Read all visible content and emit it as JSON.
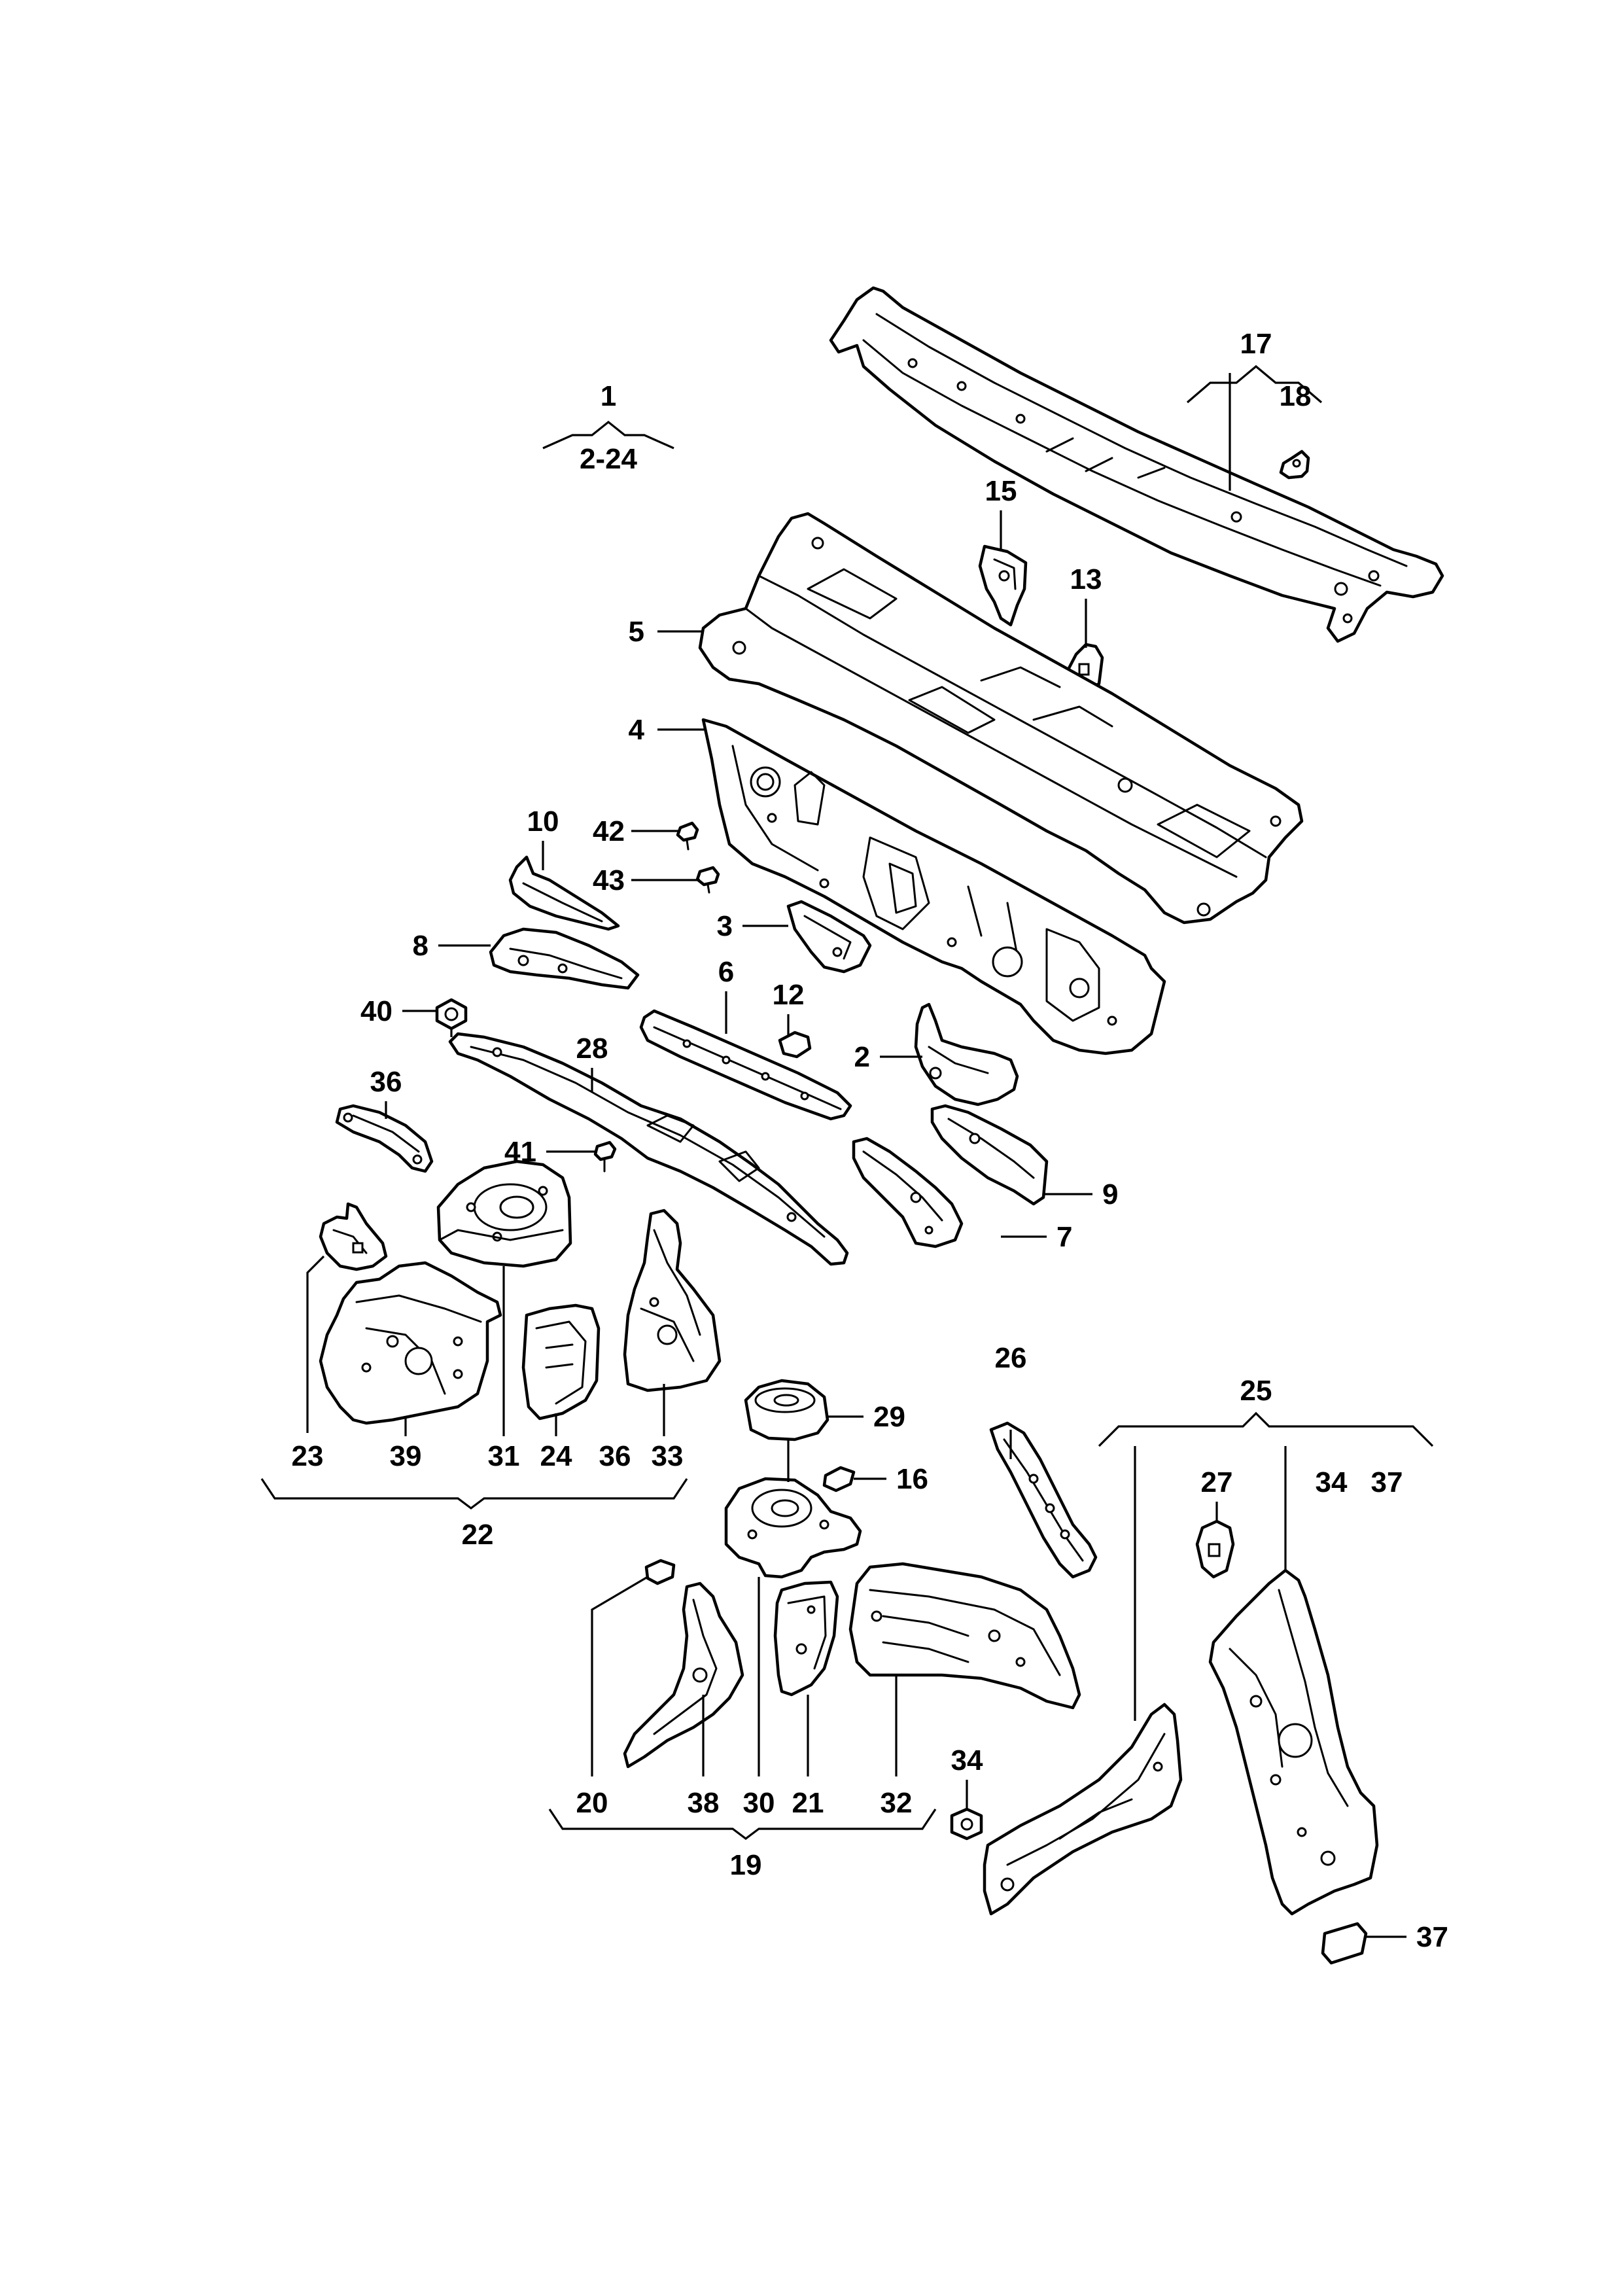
{
  "callouts": {
    "c1": "1",
    "c2_24": "2-24",
    "c17": "17",
    "c18": "18",
    "c15": "15",
    "c13": "13",
    "c5": "5",
    "c4": "4",
    "c10": "10",
    "c42": "42",
    "c43": "43",
    "c3": "3",
    "c8": "8",
    "c6": "6",
    "c12": "12",
    "c40": "40",
    "c28": "28",
    "c2": "2",
    "c36a": "36",
    "c41": "41",
    "c9": "9",
    "c7": "7",
    "c26": "26",
    "c25": "25",
    "c29": "29",
    "c16": "16",
    "c27": "27",
    "c34a": "34",
    "c37a": "37",
    "c23": "23",
    "c39": "39",
    "c31": "31",
    "c24": "24",
    "c36b": "36",
    "c33": "33",
    "c22": "22",
    "c20": "20",
    "c38": "38",
    "c30": "30",
    "c21": "21",
    "c32": "32",
    "c19": "19",
    "c34b": "34",
    "c37b": "37"
  }
}
